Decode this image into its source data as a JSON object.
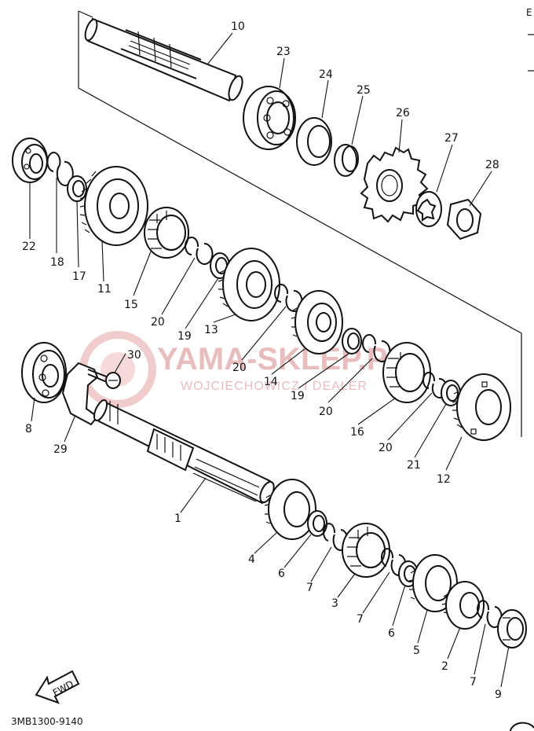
{
  "diagram_code": "3MB1300-9140",
  "fwd_label": "FWD",
  "watermark": {
    "brand": "YAMA-SKLEP.PL",
    "sub": "WOJCIECHOWICZ I DEALER"
  },
  "corner_glyph": "E",
  "parts": [
    {
      "id": "p10",
      "label": "10"
    },
    {
      "id": "p23",
      "label": "23"
    },
    {
      "id": "p24",
      "label": "24"
    },
    {
      "id": "p25",
      "label": "25"
    },
    {
      "id": "p26",
      "label": "26"
    },
    {
      "id": "p27",
      "label": "27"
    },
    {
      "id": "p28",
      "label": "28"
    },
    {
      "id": "p22",
      "label": "22"
    },
    {
      "id": "p18",
      "label": "18"
    },
    {
      "id": "p17",
      "label": "17"
    },
    {
      "id": "p11",
      "label": "11"
    },
    {
      "id": "p15",
      "label": "15"
    },
    {
      "id": "p20a",
      "label": "20"
    },
    {
      "id": "p19a",
      "label": "19"
    },
    {
      "id": "p13",
      "label": "13"
    },
    {
      "id": "p20b",
      "label": "20"
    },
    {
      "id": "p14",
      "label": "14"
    },
    {
      "id": "p19b",
      "label": "19"
    },
    {
      "id": "p20c",
      "label": "20"
    },
    {
      "id": "p16",
      "label": "16"
    },
    {
      "id": "p20d",
      "label": "20"
    },
    {
      "id": "p21",
      "label": "21"
    },
    {
      "id": "p12",
      "label": "12"
    },
    {
      "id": "p30",
      "label": "30"
    },
    {
      "id": "p8",
      "label": "8"
    },
    {
      "id": "p29",
      "label": "29"
    },
    {
      "id": "p1",
      "label": "1"
    },
    {
      "id": "p4",
      "label": "4"
    },
    {
      "id": "p6a",
      "label": "6"
    },
    {
      "id": "p7a",
      "label": "7"
    },
    {
      "id": "p3",
      "label": "3"
    },
    {
      "id": "p7b",
      "label": "7"
    },
    {
      "id": "p6b",
      "label": "6"
    },
    {
      "id": "p5",
      "label": "5"
    },
    {
      "id": "p2",
      "label": "2"
    },
    {
      "id": "p7c",
      "label": "7"
    },
    {
      "id": "p9",
      "label": "9"
    }
  ]
}
